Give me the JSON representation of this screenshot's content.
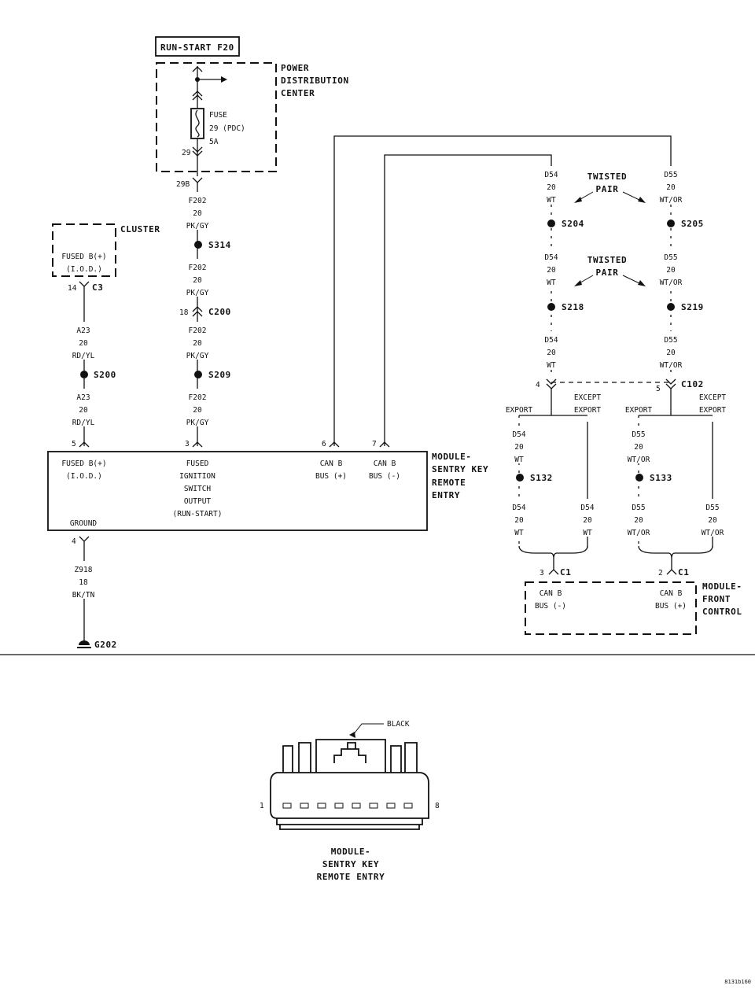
{
  "fuse_box": {
    "title": "RUN-START F20",
    "pdc_label": [
      "POWER",
      "DISTRIBUTION",
      "CENTER"
    ],
    "fuse_text": [
      "FUSE",
      "29 (PDC)",
      "5A"
    ],
    "cavity_in": "29",
    "cavity_out": "29B"
  },
  "cluster": {
    "label": "CLUSTER",
    "fused_text": [
      "FUSED B(+)",
      "(I.O.D.)"
    ],
    "pin": "14",
    "connector": "C3"
  },
  "wire_a23": {
    "upper": [
      "A23",
      "20",
      "RD/YL"
    ],
    "lower": [
      "A23",
      "20",
      "RD/YL"
    ],
    "splice": "S200"
  },
  "wire_f202": {
    "seg1": [
      "F202",
      "20",
      "PK/GY"
    ],
    "splice1": "S314",
    "seg2": [
      "F202",
      "20",
      "PK/GY"
    ],
    "c200_pin": "18",
    "c200": "C200",
    "seg3": [
      "F202",
      "20",
      "PK/GY"
    ],
    "splice2": "S209",
    "seg4": [
      "F202",
      "20",
      "PK/GY"
    ]
  },
  "skr_module": {
    "label": [
      "MODULE-",
      "SENTRY KEY",
      "REMOTE",
      "ENTRY"
    ],
    "pins": [
      "5",
      "3",
      "6",
      "7"
    ],
    "fused_b": [
      "FUSED B(+)",
      "(I.O.D.)"
    ],
    "ignition": [
      "FUSED",
      "IGNITION",
      "SWITCH",
      "OUTPUT",
      "(RUN-START)"
    ],
    "can_plus": [
      "CAN B",
      "BUS (+)"
    ],
    "can_minus": [
      "CAN B",
      "BUS (-)"
    ],
    "ground": "GROUND"
  },
  "ground_wire": {
    "pin": "4",
    "text": [
      "Z918",
      "18",
      "BK/TN"
    ],
    "ground": "G202"
  },
  "twisted": {
    "label_1": [
      "TWISTED",
      "PAIR"
    ],
    "label_2": [
      "TWISTED",
      "PAIR"
    ],
    "d54_1": [
      "D54",
      "20",
      "WT"
    ],
    "d55_1": [
      "D55",
      "20",
      "WT/OR"
    ],
    "s204": "S204",
    "s205": "S205",
    "d54_2": [
      "D54",
      "20",
      "WT"
    ],
    "d55_2": [
      "D55",
      "20",
      "WT/OR"
    ],
    "s218": "S218",
    "s219": "S219",
    "d54_3": [
      "D54",
      "20",
      "WT"
    ],
    "d55_3": [
      "D55",
      "20",
      "WT/OR"
    ]
  },
  "c102": {
    "pin_left": "4",
    "pin_right": "5",
    "connector": "C102",
    "export": "EXPORT",
    "except": [
      "EXCEPT",
      "EXPORT"
    ]
  },
  "export_wires": {
    "l_export_top": [
      "D54",
      "20",
      "WT"
    ],
    "s132": "S132",
    "l_export_bottom": [
      "D54",
      "20",
      "WT"
    ],
    "l_except": [
      "D54",
      "20",
      "WT"
    ],
    "r_export_top": [
      "D55",
      "20",
      "WT/OR"
    ],
    "s133": "S133",
    "r_export_bottom": [
      "D55",
      "20",
      "WT/OR"
    ],
    "r_except": [
      "D55",
      "20",
      "WT/OR"
    ]
  },
  "fcm": {
    "pin_left": "3",
    "pin_right": "2",
    "connector": "C1",
    "can_minus": [
      "CAN B",
      "BUS (-)"
    ],
    "can_plus": [
      "CAN B",
      "BUS (+)"
    ],
    "label": [
      "MODULE-",
      "FRONT",
      "CONTROL"
    ]
  },
  "connector_view": {
    "color": "BLACK",
    "pin_first": "1",
    "pin_last": "8",
    "pin_count": 8,
    "label": [
      "MODULE-",
      "SENTRY KEY",
      "REMOTE ENTRY"
    ]
  },
  "figure_id": "8131b160"
}
